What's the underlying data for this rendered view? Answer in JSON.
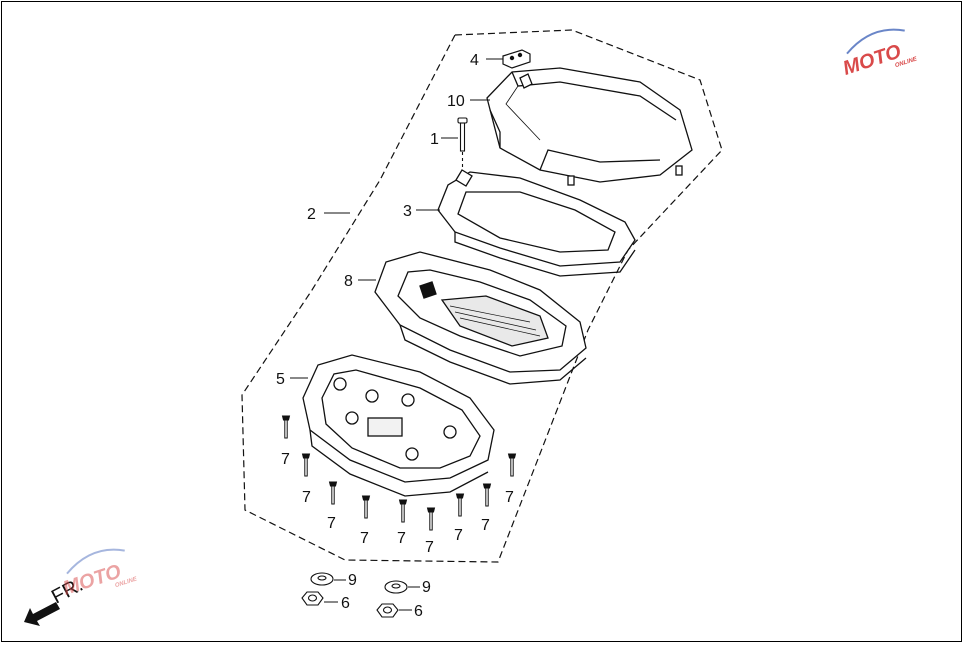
{
  "diagram": {
    "callouts": [
      {
        "id": "c4",
        "number": "4"
      },
      {
        "id": "c10",
        "number": "10"
      },
      {
        "id": "c1",
        "number": "1"
      },
      {
        "id": "c2",
        "number": "2"
      },
      {
        "id": "c3",
        "number": "3"
      },
      {
        "id": "c8",
        "number": "8"
      },
      {
        "id": "c5",
        "number": "5"
      },
      {
        "id": "c7a",
        "number": "7"
      },
      {
        "id": "c7b",
        "number": "7"
      },
      {
        "id": "c7c",
        "number": "7"
      },
      {
        "id": "c7d",
        "number": "7"
      },
      {
        "id": "c7e",
        "number": "7"
      },
      {
        "id": "c7f",
        "number": "7"
      },
      {
        "id": "c7g",
        "number": "7"
      },
      {
        "id": "c7h",
        "number": "7"
      },
      {
        "id": "c7i",
        "number": "7"
      },
      {
        "id": "c9a",
        "number": "9"
      },
      {
        "id": "c9b",
        "number": "9"
      },
      {
        "id": "c6a",
        "number": "6"
      },
      {
        "id": "c6b",
        "number": "6"
      }
    ],
    "direction_label": "FR.",
    "watermark": {
      "text": "MOTO",
      "sub": "ONLINE"
    },
    "colors": {
      "line": "#111111",
      "watermark_red": "#d94a4a",
      "watermark_blue": "#6a86c8"
    }
  }
}
